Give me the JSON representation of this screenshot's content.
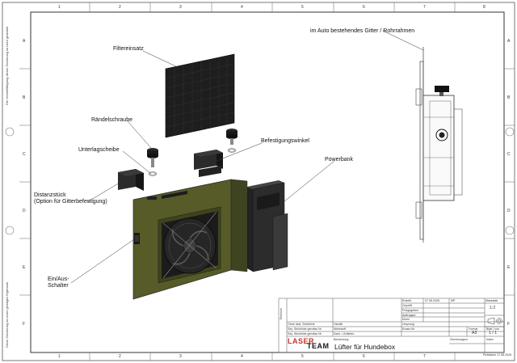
{
  "labels": {
    "filter": "Filtereinsatz",
    "knurled_screw": "Rändelschraube",
    "washer": "Unterlagscheibe",
    "bracket": "Befestigungswinkel",
    "powerbank": "Powerbank",
    "spacer_1": "Distanzstück",
    "spacer_2": "(Option für Gitterbefestigung)",
    "switch_1": "Ein/Aus-",
    "switch_2": "Schalter",
    "grille": "im Auto bestehendes Gitter / Rohrrahmen"
  },
  "grid": {
    "cols": [
      "1",
      "2",
      "3",
      "4",
      "5",
      "6",
      "7",
      "8"
    ],
    "rows": [
      "A",
      "B",
      "C",
      "D",
      "E",
      "F"
    ]
  },
  "title_block": {
    "erstellt_label": "Erstellt",
    "erstellt_date": "07.08.2026",
    "erstellt_by": "MP",
    "geprueft": "Geprüft",
    "freigegeben": "Freigegeben",
    "auftrag": "Auftragsnr.",
    "norm": "Norm",
    "ursprung": "Ursprung",
    "ersatz": "Ersatz für",
    "werkstoff": "Werkstoff",
    "massstab_label": "Massstab",
    "massstab": "1:2",
    "format_label": "Format",
    "format": "A3",
    "blatt_label": "Blatt / von",
    "blatt": "1 / 1",
    "index_label": "Index",
    "zeichnungsnr": "Zeichnungsnr.",
    "benennung_label": "Benennung",
    "title": "Lüfter für Hundebox",
    "ohne_skalierung": "Ohne skal. Strichlinie",
    "row_a": "Sey. Strichlinie gemäss Nr.",
    "row_b": "Sey. Strichlinie gemäss Nr.",
    "handle": "Handle",
    "sach": "Sach- / Artikelnr.",
    "logo_1": "LASER",
    "logo_2": "TEAM",
    "footer": "Plotdatum 17.08.2026",
    "vertical_tag": "Revision"
  },
  "edge_notes": {
    "left_top": "Die Vervielfältigung dieser Zeichnung ist nicht gestattet",
    "left_bottom": "Diese Zeichnung ist unser geistiges Eigentum"
  }
}
